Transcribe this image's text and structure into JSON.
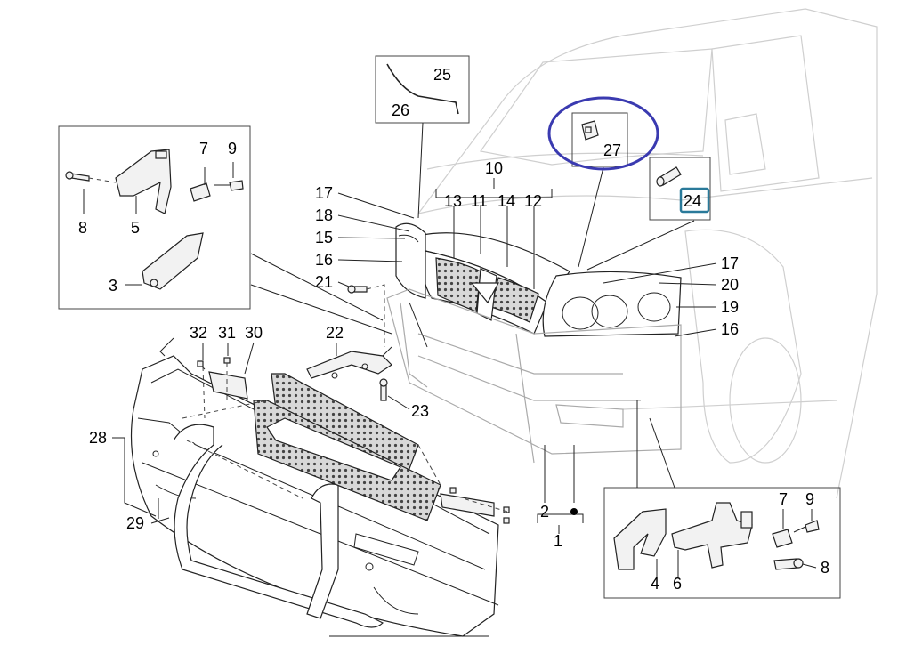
{
  "diagram": {
    "callouts": [
      {
        "id": "c25",
        "text": "25"
      },
      {
        "id": "c26",
        "text": "26"
      },
      {
        "id": "c27",
        "text": "27"
      },
      {
        "id": "c24",
        "text": "24"
      },
      {
        "id": "c10",
        "text": "10"
      },
      {
        "id": "c13",
        "text": "13"
      },
      {
        "id": "c11",
        "text": "11"
      },
      {
        "id": "c14",
        "text": "14"
      },
      {
        "id": "c12",
        "text": "12"
      },
      {
        "id": "c17a",
        "text": "17"
      },
      {
        "id": "c18",
        "text": "18"
      },
      {
        "id": "c15",
        "text": "15"
      },
      {
        "id": "c16a",
        "text": "16"
      },
      {
        "id": "c21",
        "text": "21"
      },
      {
        "id": "c17b",
        "text": "17"
      },
      {
        "id": "c20",
        "text": "20"
      },
      {
        "id": "c19",
        "text": "19"
      },
      {
        "id": "c16b",
        "text": "16"
      },
      {
        "id": "c7a",
        "text": "7"
      },
      {
        "id": "c9a",
        "text": "9"
      },
      {
        "id": "c8a",
        "text": "8"
      },
      {
        "id": "c5",
        "text": "5"
      },
      {
        "id": "c3",
        "text": "3"
      },
      {
        "id": "c32",
        "text": "32"
      },
      {
        "id": "c31",
        "text": "31"
      },
      {
        "id": "c30",
        "text": "30"
      },
      {
        "id": "c22",
        "text": "22"
      },
      {
        "id": "c23",
        "text": "23"
      },
      {
        "id": "c28",
        "text": "28"
      },
      {
        "id": "c29",
        "text": "29"
      },
      {
        "id": "c2",
        "text": "2"
      },
      {
        "id": "c1",
        "text": "1"
      },
      {
        "id": "c7b",
        "text": "7"
      },
      {
        "id": "c9b",
        "text": "9"
      },
      {
        "id": "c8b",
        "text": "8"
      },
      {
        "id": "c4",
        "text": "4"
      },
      {
        "id": "c6",
        "text": "6"
      }
    ],
    "colors": {
      "highlight_ellipse": "#3a3ab0",
      "highlight_box": "#2a7a9a",
      "ghost_lines": "#cfcfcf",
      "part_stroke": "#222222"
    }
  }
}
